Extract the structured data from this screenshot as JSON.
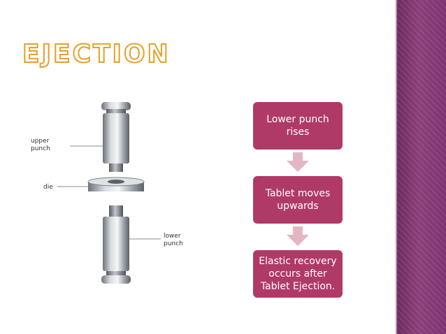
{
  "slide": {
    "title": "EJECTION"
  },
  "diagram": {
    "labels": {
      "upper": [
        "upper",
        "punch"
      ],
      "die": "die",
      "lower": [
        "lower",
        "punch"
      ]
    }
  },
  "flow": {
    "steps": [
      "Lower punch rises",
      "Tablet moves upwards",
      "Elastic recovery occurs after Tablet Ejection."
    ]
  },
  "colors": {
    "title_outline": "#e3a127",
    "step_fill": "#b03a67",
    "arrow_fill": "#e3b6c4",
    "side_band": "#7c3470"
  }
}
